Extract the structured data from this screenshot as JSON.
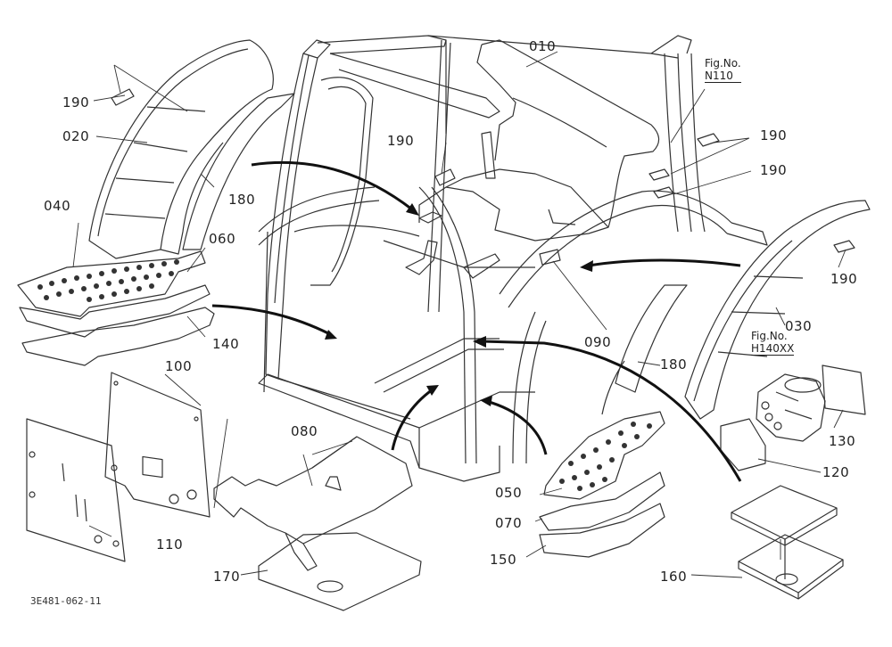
{
  "labels": {
    "p010": "010",
    "p020": "020",
    "p030": "030",
    "p040": "040",
    "p050": "050",
    "p060": "060",
    "p070": "070",
    "p080": "080",
    "p090": "090",
    "p100": "100",
    "p110": "110",
    "p120": "120",
    "p130": "130",
    "p140": "140",
    "p150": "150",
    "p160": "160",
    "p170": "170",
    "p180a": "180",
    "p180b": "180",
    "p190a": "190",
    "p190b": "190",
    "p190c": "190",
    "p190d": "190",
    "p190e": "190"
  },
  "fig_refs": [
    {
      "title": "Fig.No.",
      "code": "N110"
    },
    {
      "title": "Fig.No.",
      "code": "H140XX"
    }
  ],
  "diagram_code": "3E481-062-11"
}
